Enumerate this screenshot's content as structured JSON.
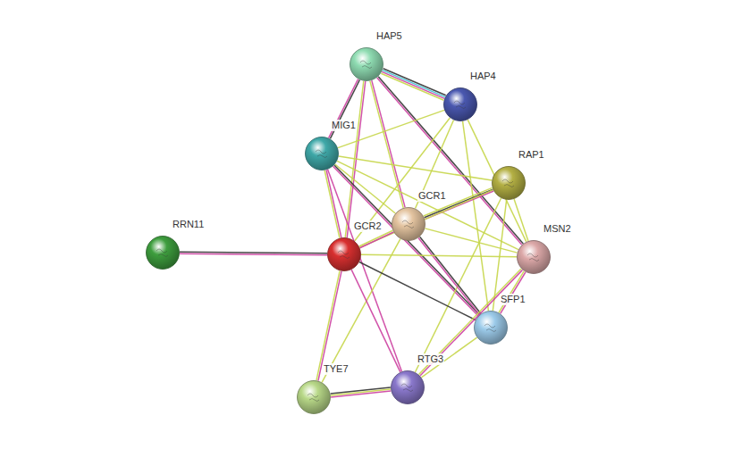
{
  "diagram": {
    "nodes": [
      {
        "text": [
          "HAP5"
        ]
      },
      {
        "text": [
          "HAP4"
        ]
      },
      {
        "text": [
          "MIG1"
        ]
      },
      {
        "text": [
          "RAP1"
        ]
      },
      {
        "text": [
          "GCR1"
        ]
      },
      {
        "text": [
          "RRN11"
        ]
      },
      {
        "text": [
          "GCR2"
        ]
      },
      {
        "text": [
          "MSN2"
        ]
      },
      {
        "text": [
          "SFP1"
        ]
      },
      {
        "text": [
          "RTG3"
        ]
      },
      {
        "text": [
          "TYE7"
        ]
      }
    ],
    "edges": [
      {
        "from": 0,
        "to": 1,
        "arrow": "none"
      },
      {
        "from": 0,
        "to": 2,
        "arrow": "none"
      },
      {
        "from": 0,
        "to": 4,
        "arrow": "none"
      },
      {
        "from": 0,
        "to": 7,
        "arrow": "none"
      },
      {
        "from": 0,
        "to": 6,
        "arrow": "none"
      },
      {
        "from": 1,
        "to": 2,
        "arrow": "none"
      },
      {
        "from": 1,
        "to": 4,
        "arrow": "none"
      },
      {
        "from": 1,
        "to": 6,
        "arrow": "none"
      },
      {
        "from": 1,
        "to": 7,
        "arrow": "none"
      },
      {
        "from": 1,
        "to": 8,
        "arrow": "none"
      },
      {
        "from": 2,
        "to": 3,
        "arrow": "none"
      },
      {
        "from": 2,
        "to": 4,
        "arrow": "none"
      },
      {
        "from": 2,
        "to": 6,
        "arrow": "none"
      },
      {
        "from": 2,
        "to": 8,
        "arrow": "none"
      },
      {
        "from": 2,
        "to": 7,
        "arrow": "none"
      },
      {
        "from": 2,
        "to": 9,
        "arrow": "none"
      },
      {
        "from": 3,
        "to": 4,
        "arrow": "none"
      },
      {
        "from": 3,
        "to": 6,
        "arrow": "none"
      },
      {
        "from": 3,
        "to": 7,
        "arrow": "none"
      },
      {
        "from": 3,
        "to": 8,
        "arrow": "none"
      },
      {
        "from": 3,
        "to": 9,
        "arrow": "none"
      },
      {
        "from": 4,
        "to": 6,
        "arrow": "none"
      },
      {
        "from": 4,
        "to": 7,
        "arrow": "none"
      },
      {
        "from": 4,
        "to": 8,
        "arrow": "none"
      },
      {
        "from": 4,
        "to": 10,
        "arrow": "none"
      },
      {
        "from": 5,
        "to": 6,
        "arrow": "none"
      },
      {
        "from": 6,
        "to": 7,
        "arrow": "none"
      },
      {
        "from": 6,
        "to": 8,
        "arrow": "none"
      },
      {
        "from": 6,
        "to": 10,
        "arrow": "none"
      },
      {
        "from": 6,
        "to": 9,
        "arrow": "none"
      },
      {
        "from": 7,
        "to": 8,
        "arrow": "none"
      },
      {
        "from": 7,
        "to": 9,
        "arrow": "none"
      },
      {
        "from": 8,
        "to": 9,
        "arrow": "none"
      },
      {
        "from": 10,
        "to": 9,
        "arrow": "none"
      }
    ]
  }
}
